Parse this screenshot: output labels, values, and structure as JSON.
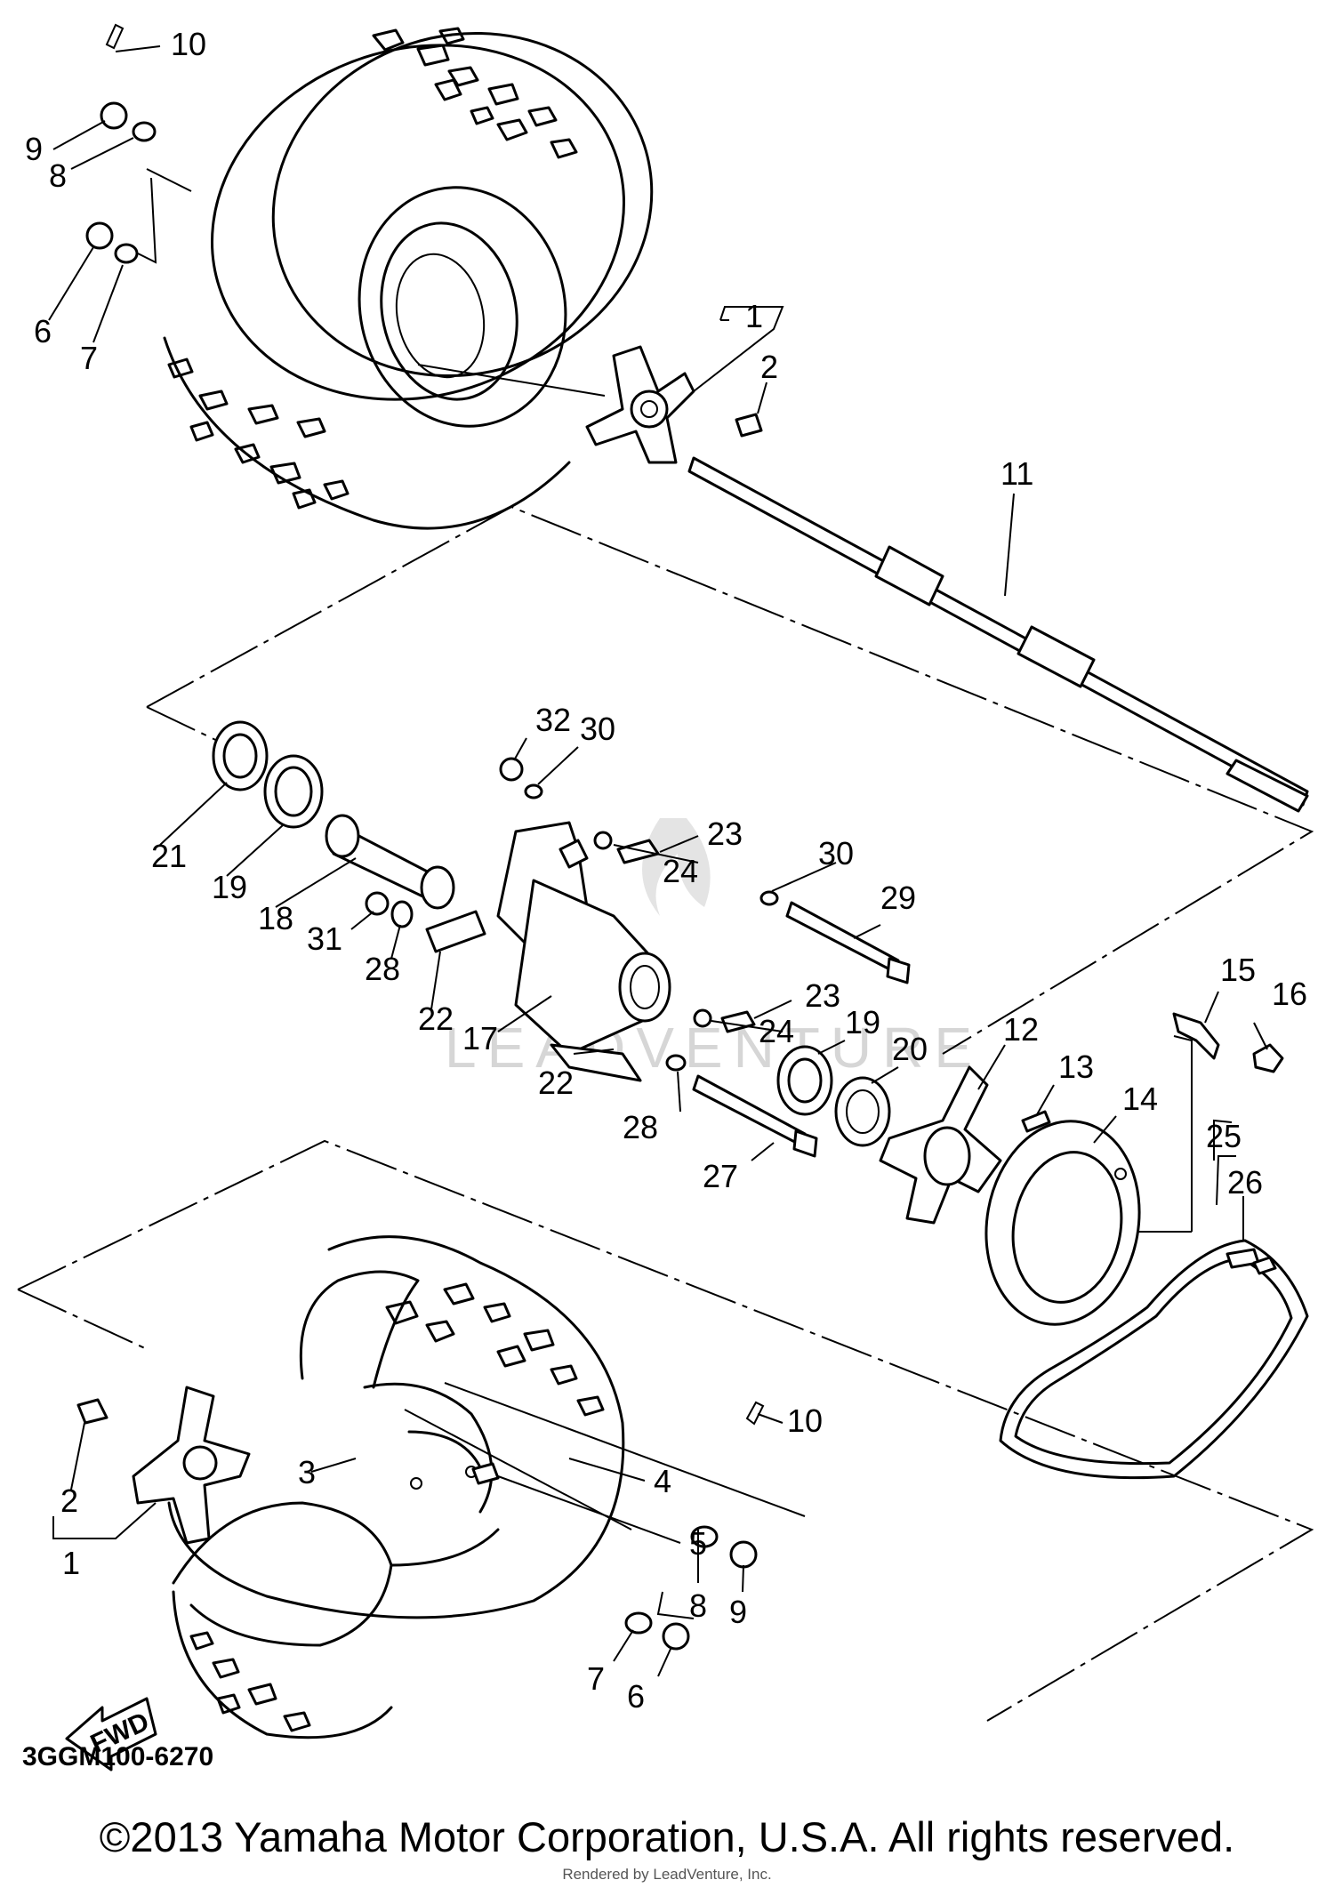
{
  "diagram": {
    "code": "3GGM100-6270",
    "fwd_label": "FWD",
    "watermark": "LEADVENTURE"
  },
  "labels": {
    "p1a": "1",
    "p2a": "2",
    "p6a": "6",
    "p7a": "7",
    "p8a": "8",
    "p9a": "9",
    "p10a": "10",
    "p11": "11",
    "p32": "32",
    "p30a": "30",
    "p21": "21",
    "p19a": "19",
    "p18": "18",
    "p31": "31",
    "p28a": "28",
    "p22a": "22",
    "p23a": "23",
    "p24a": "24",
    "p30b": "30",
    "p29": "29",
    "p23b": "23",
    "p24b": "24",
    "p17": "17",
    "p22b": "22",
    "p19b": "19",
    "p20": "20",
    "p28b": "28",
    "p27": "27",
    "p12": "12",
    "p13": "13",
    "p14": "14",
    "p15": "15",
    "p16": "16",
    "p25": "25",
    "p26": "26",
    "p2b": "2",
    "p1b": "1",
    "p3": "3",
    "p4": "4",
    "p5": "5",
    "p10b": "10",
    "p8b": "8",
    "p9b": "9",
    "p7b": "7",
    "p6b": "6"
  },
  "footer": {
    "copyright": "©2013 Yamaha Motor Corporation, U.S.A. All rights reserved.",
    "rendered": "Rendered by LeadVenture, Inc."
  }
}
